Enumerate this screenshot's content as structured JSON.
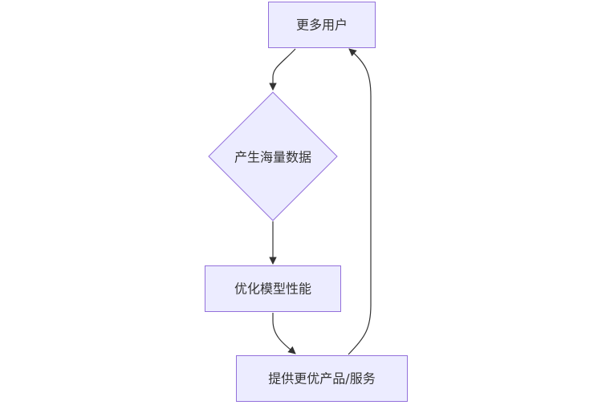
{
  "diagram": {
    "type": "flowchart",
    "direction": "top-down",
    "colors": {
      "node_fill": "#ECECFF",
      "node_stroke": "#9370DB",
      "edge": "#333333",
      "text": "#333333"
    },
    "nodes": [
      {
        "id": "A",
        "label": "更多用户",
        "shape": "rectangle"
      },
      {
        "id": "B",
        "label": "产生海量数据",
        "shape": "diamond"
      },
      {
        "id": "C",
        "label": "优化模型性能",
        "shape": "rectangle"
      },
      {
        "id": "D",
        "label": "提供更优产品/服务",
        "shape": "rectangle"
      }
    ],
    "edges": [
      {
        "from": "A",
        "to": "B"
      },
      {
        "from": "B",
        "to": "C"
      },
      {
        "from": "C",
        "to": "D"
      },
      {
        "from": "D",
        "to": "A"
      }
    ]
  }
}
